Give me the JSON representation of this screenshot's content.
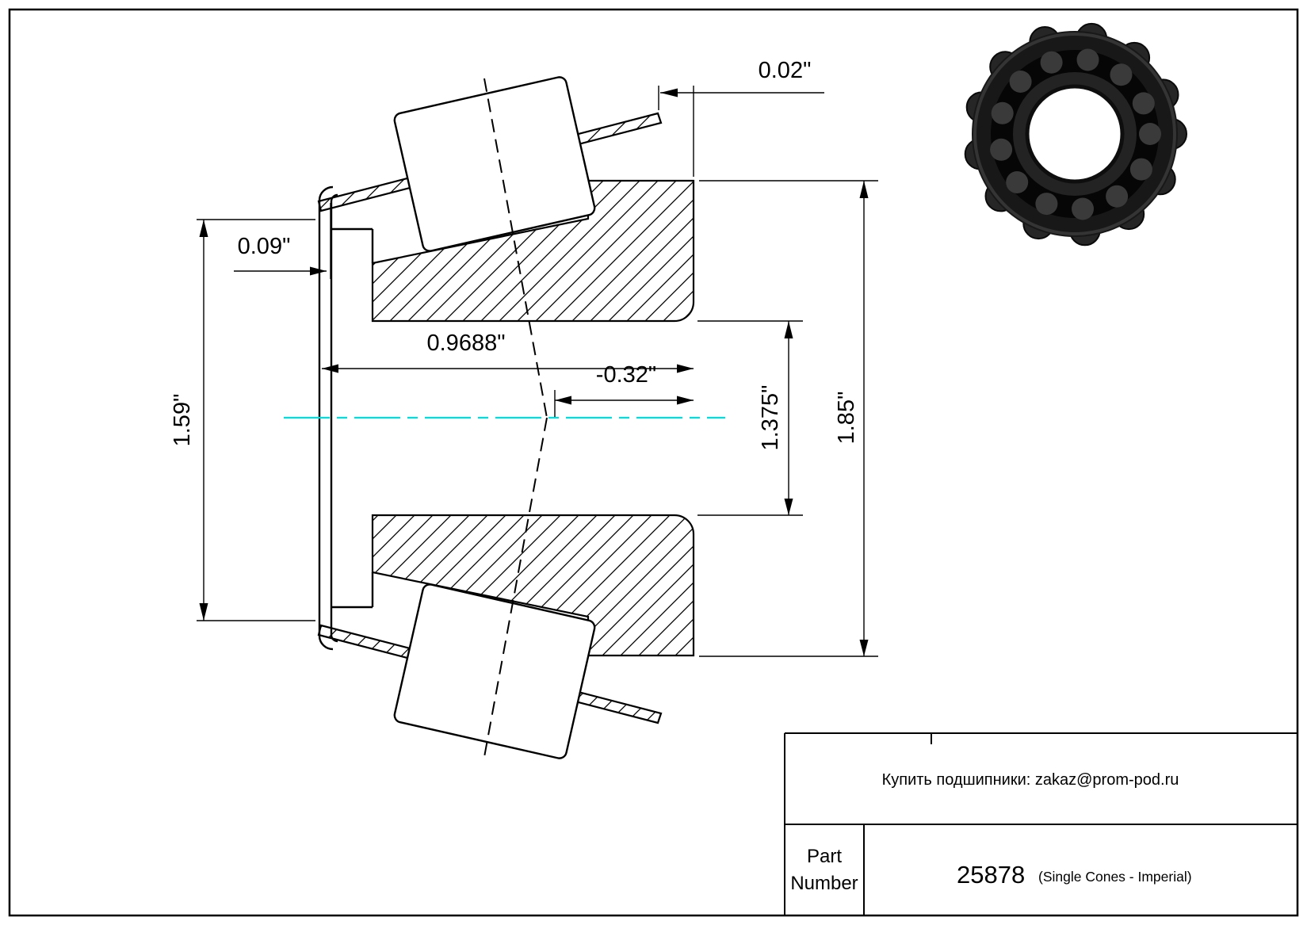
{
  "drawing": {
    "type": "tapered-roller-bearing-single-cone-section",
    "dimensions": {
      "cage_standout": "0.02\"",
      "shield_offset": "0.09\"",
      "back_diameter": "1.59\"",
      "cone_width": "0.9688\"",
      "effective_center": "-0.32\"",
      "bore_diameter": "1.375\"",
      "outer_diameter": "1.85\""
    }
  },
  "title_block": {
    "contact": "Купить подшипники: zakaz@prom-pod.ru",
    "part_label_1": "Part",
    "part_label_2": "Number",
    "part_number": "25878",
    "series": "(Single Cones - Imperial)"
  },
  "colors": {
    "centerline": "#00dfdf",
    "line": "#000000",
    "background": "#ffffff"
  }
}
